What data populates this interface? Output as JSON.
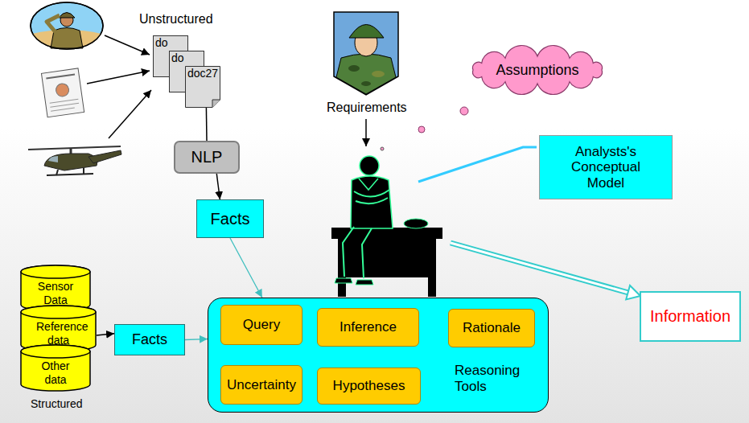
{
  "diagram": {
    "nodes": [
      {
        "text": [
          "do"
        ]
      },
      {
        "text": [
          "do"
        ]
      },
      {
        "text": [
          "doc27"
        ]
      },
      {
        "text": [
          "NLP"
        ]
      },
      {
        "text": [
          "Facts"
        ]
      },
      {
        "text": [
          "Assumptions"
        ]
      },
      {
        "text": [
          "Analysts's Conceptual Model"
        ]
      },
      {
        "text": [
          "Sensor Data"
        ]
      },
      {
        "text": [
          "Reference data"
        ]
      },
      {
        "text": [
          "Other data"
        ]
      },
      {
        "text": [
          "Facts"
        ]
      },
      {
        "text": [
          "Reasoning Tools"
        ]
      },
      {
        "text": [
          "Query"
        ],
        "in": 11
      },
      {
        "text": [
          "Inference"
        ],
        "in": 11
      },
      {
        "text": [
          "Rationale"
        ],
        "in": 11
      },
      {
        "text": [
          "Uncertainty"
        ],
        "in": 11
      },
      {
        "text": [
          "Hypotheses"
        ],
        "in": 11
      },
      {
        "text": [
          "Information"
        ]
      }
    ],
    "edges": [
      {
        "from": 2,
        "to": 3,
        "arrow": "none"
      },
      {
        "from": 3,
        "to": 4,
        "arrow": "to"
      },
      {
        "from": 4,
        "to": 11,
        "arrow": "to"
      },
      {
        "from": 8,
        "to": 10,
        "arrow": "to"
      },
      {
        "from": 10,
        "to": 11,
        "arrow": "to"
      }
    ],
    "labels": [
      "Unstructured",
      "Requirements",
      "Structured"
    ]
  }
}
